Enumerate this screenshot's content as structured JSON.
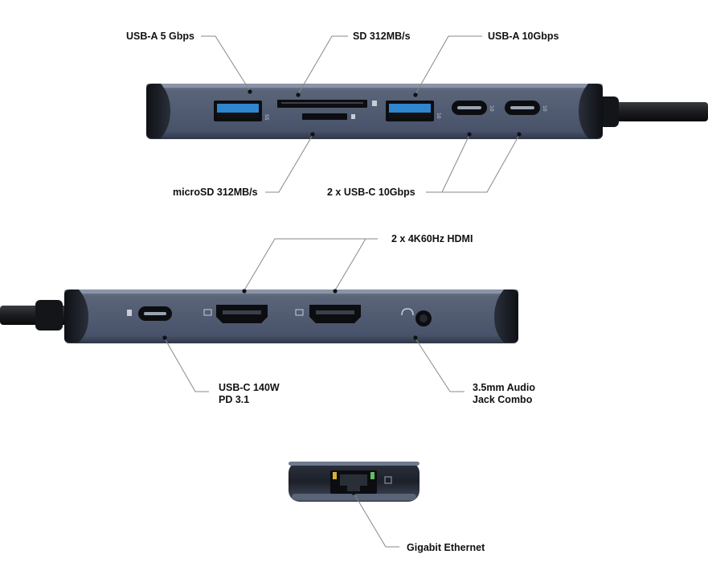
{
  "labels": {
    "usb_a_5": "USB-A 5 Gbps",
    "sd": "SD 312MB/s",
    "usb_a_10": "USB-A 10Gbps",
    "microsd": "microSD 312MB/s",
    "usb_c_10": "2 x USB-C 10Gbps",
    "hdmi": "2 x 4K60Hz HDMI",
    "usb_c_pd_line1": "USB-C 140W",
    "usb_c_pd_line2": "PD 3.1",
    "audio_line1": "3.5mm Audio",
    "audio_line2": "Jack Combo",
    "ethernet": "Gigabit Ethernet"
  },
  "colors": {
    "hub_body": "#4f5a6f",
    "hub_top": "#6b778c",
    "port_black": "#0c0d10",
    "usb3_blue": "#2f86cf",
    "cable": "#1b1c1f",
    "leader_line": "#888888"
  }
}
